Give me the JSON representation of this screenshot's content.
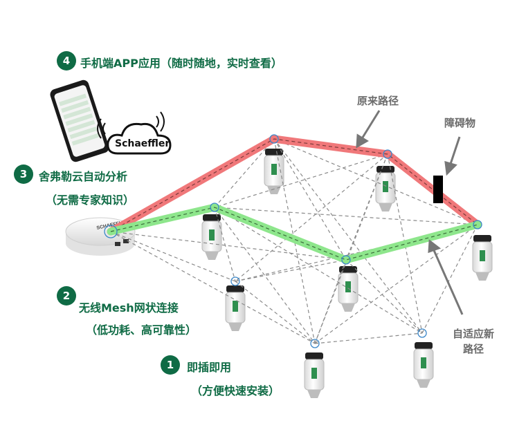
{
  "features": [
    {
      "num": "4",
      "title": "手机端APP应用（随时随地，实时查看）",
      "sub": ""
    },
    {
      "num": "3",
      "title": "舍弗勒云自动分析",
      "sub": "（无需专家知识）"
    },
    {
      "num": "2",
      "title": "无线Mesh网状连接",
      "sub": "（低功耗、高可靠性）"
    },
    {
      "num": "1",
      "title": "即插即用",
      "sub": "（方便快速安装）"
    }
  ],
  "callouts": {
    "original_path": "原来路径",
    "obstacle": "障碍物",
    "adaptive_line1": "自适应新",
    "adaptive_line2": "路径"
  },
  "cloud_label": "Schaeffler",
  "gateway_label": "SCHAEFFLER",
  "colors": {
    "brand_green": "#0f6b45",
    "original_path": "#f0787a",
    "adaptive_path": "#8ee68c",
    "mesh_line": "#8a8a8a",
    "node_ring": "#3a86c8",
    "obstacle": "#000000"
  }
}
